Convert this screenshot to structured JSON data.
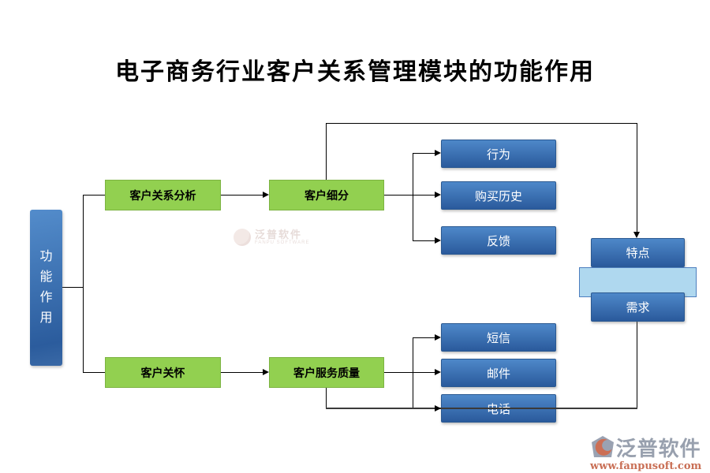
{
  "title": "电子商务行业客户关系管理模块的功能作用",
  "diagram": {
    "root": {
      "label": "功能作用"
    },
    "top_branch": {
      "analysis": "客户关系分析",
      "segmentation": "客户细分",
      "leaves": {
        "behavior": "行为",
        "purchase_history": "购买历史",
        "feedback": "反馈"
      },
      "results": {
        "traits": "特点",
        "needs": "需求"
      }
    },
    "bottom_branch": {
      "care": "客户关怀",
      "service_quality": "客户服务质量",
      "leaves": {
        "sms": "短信",
        "email": "邮件",
        "phone": "电话"
      }
    }
  },
  "watermark": {
    "brand": "泛普软件",
    "brand_en": "FANPU SOFTWARE"
  },
  "footer": {
    "brand": "泛普软件",
    "website": "www.fanpusoft.com"
  },
  "colors": {
    "node_green": "#92D050",
    "node_blue_top": "#4E88C9",
    "node_blue_bottom": "#2A5A9C",
    "highlight_light_blue": "#AFD8EF",
    "connector": "#000000",
    "footer_brand": "#98A0AE",
    "footer_url": "#C96F55"
  }
}
